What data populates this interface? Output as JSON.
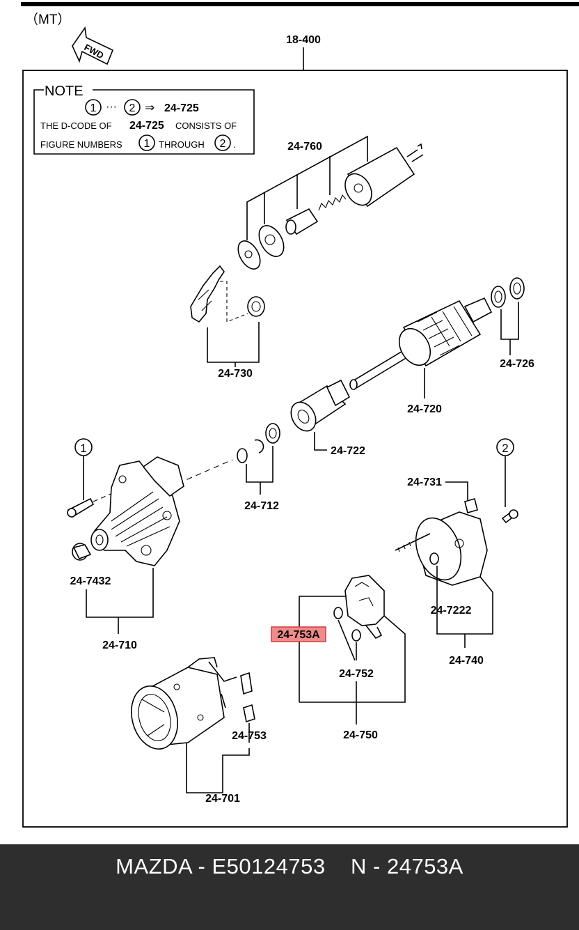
{
  "header": {
    "transmission": "（MT）",
    "direction_label": "FWD",
    "assembly_code": "18-400"
  },
  "note": {
    "title": "NOTE",
    "circle1": "1",
    "circle2": "2",
    "ellipsis": "···",
    "arrow": "⇒",
    "target_code": "24-725",
    "line2_prefix": "THE D-CODE OF",
    "line2_code": "24-725",
    "line2_suffix": "CONSISTS OF",
    "line3_prefix": "FIGURE NUMBERS",
    "line3_mid": "THROUGH",
    "line3_end": "."
  },
  "callouts": {
    "c1": "1",
    "c2": "2"
  },
  "part_labels": {
    "p24760": "24-760",
    "p24730": "24-730",
    "p24726": "24-726",
    "p24720": "24-720",
    "p24722": "24-722",
    "p24712": "24-712",
    "p24731": "24-731",
    "p247432": "24-7432",
    "p24710": "24-710",
    "p24753A": "24-753A",
    "p247222": "24-7222",
    "p24752": "24-752",
    "p24740": "24-740",
    "p24753": "24-753",
    "p24750": "24-750",
    "p24701": "24-701"
  },
  "colors": {
    "highlight_fill": "#f08b8b",
    "highlight_border": "#d23c3c",
    "footer_bg": "#2e2e2e"
  },
  "footer": {
    "text": "MAZDA - E50124753    N - 24753A"
  }
}
